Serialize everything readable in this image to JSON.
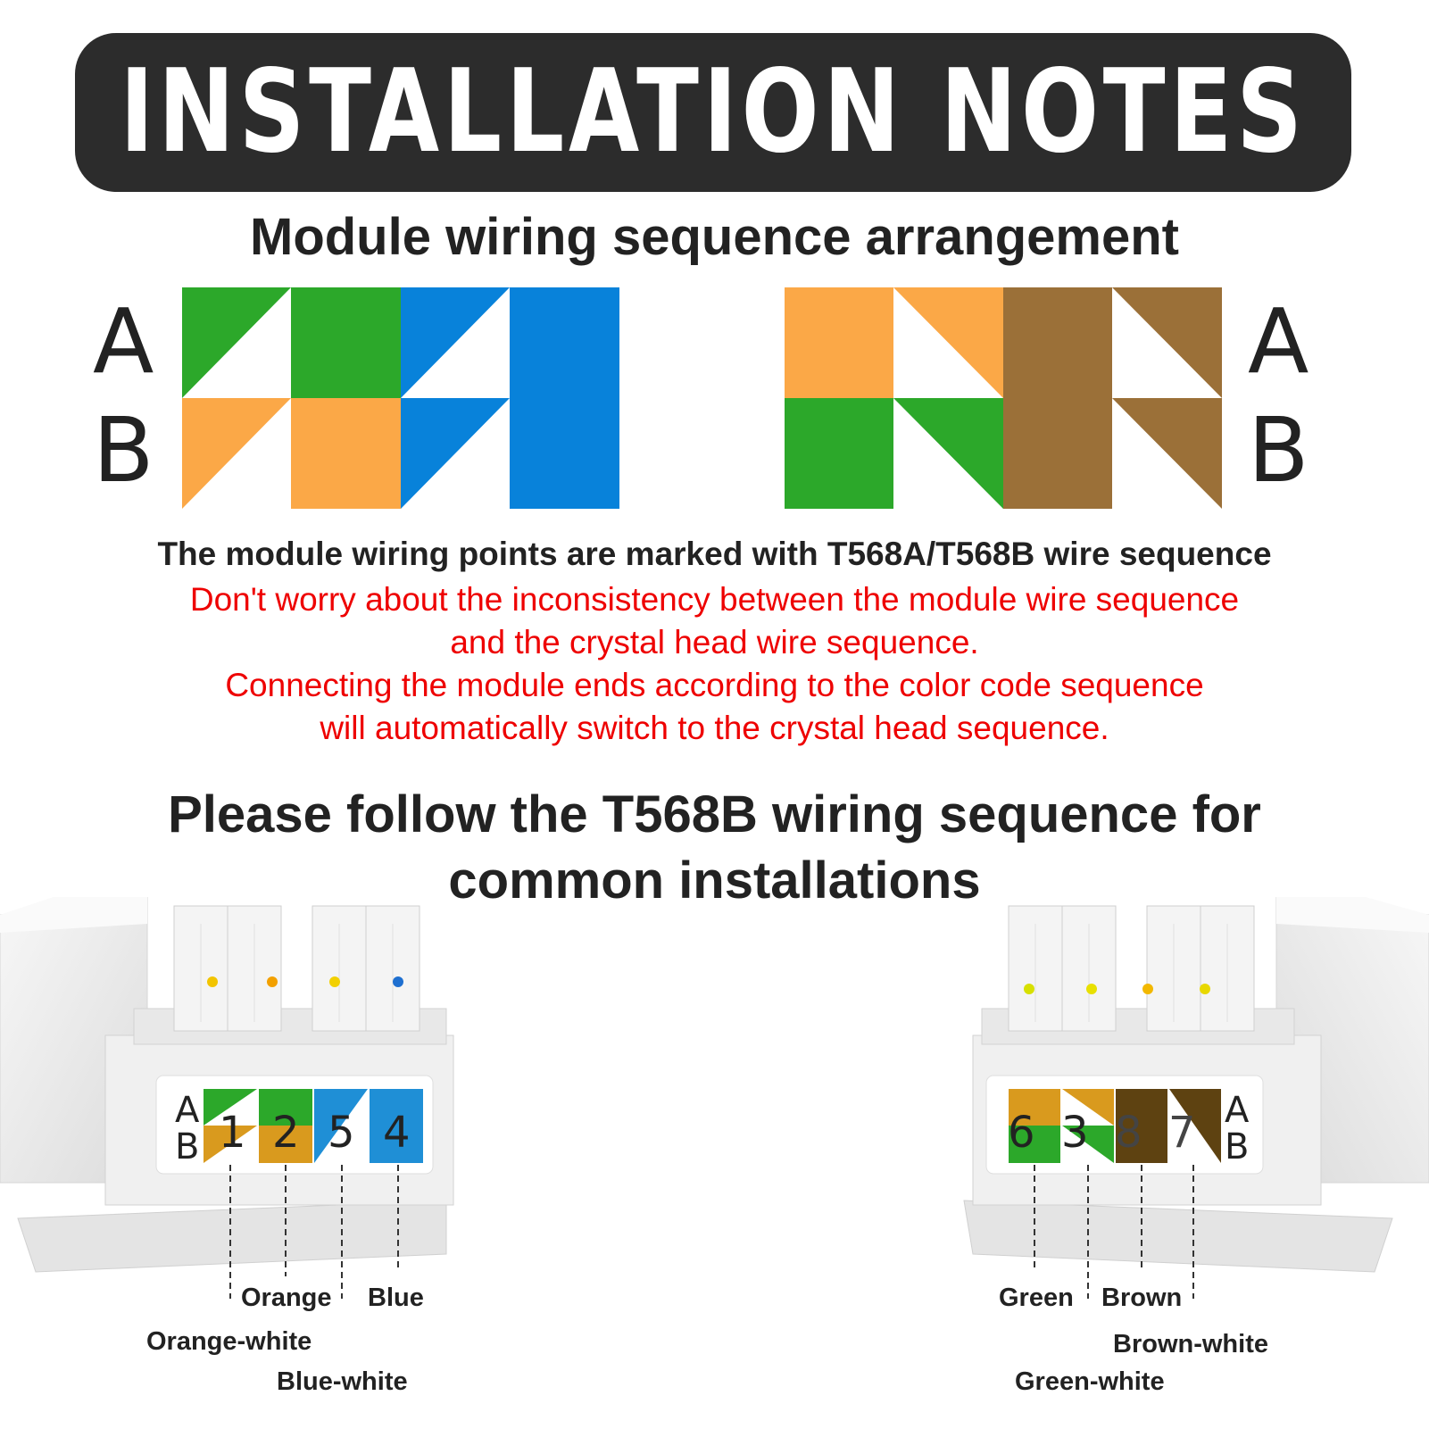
{
  "title": "INSTALLATION NOTES",
  "subtitle": "Module wiring sequence arrangement",
  "colors": {
    "green": "#2ca82a",
    "orange": "#fba847",
    "blue": "#0882da",
    "brown": "#9b7038",
    "dark": "#2c2c2c",
    "red": "#ee0000"
  },
  "left_panel": {
    "row_a": "A",
    "row_b": "B"
  },
  "right_panel": {
    "row_a": "A",
    "row_b": "B"
  },
  "notes": {
    "line1": "The module wiring points are marked with T568A/T568B wire sequence",
    "red1": "Don't worry about the inconsistency between the module wire sequence",
    "red2": "and the crystal head wire sequence.",
    "red3": "Connecting the module ends according to the color code sequence",
    "red4": "will automatically switch to the crystal head sequence."
  },
  "follow": {
    "line1": "Please follow the T568B wiring sequence for",
    "line2": "common installations"
  },
  "left_module": {
    "row_a": "A",
    "row_b": "B",
    "pins": [
      "1",
      "2",
      "5",
      "4"
    ],
    "labels": {
      "orange_white": "Orange-white",
      "orange": "Orange",
      "blue_white": "Blue-white",
      "blue": "Blue"
    }
  },
  "right_module": {
    "row_a": "A",
    "row_b": "B",
    "pins": [
      "6",
      "3",
      "8",
      "7"
    ],
    "labels": {
      "green": "Green",
      "green_white": "Green-white",
      "brown": "Brown",
      "brown_white": "Brown-white"
    }
  }
}
